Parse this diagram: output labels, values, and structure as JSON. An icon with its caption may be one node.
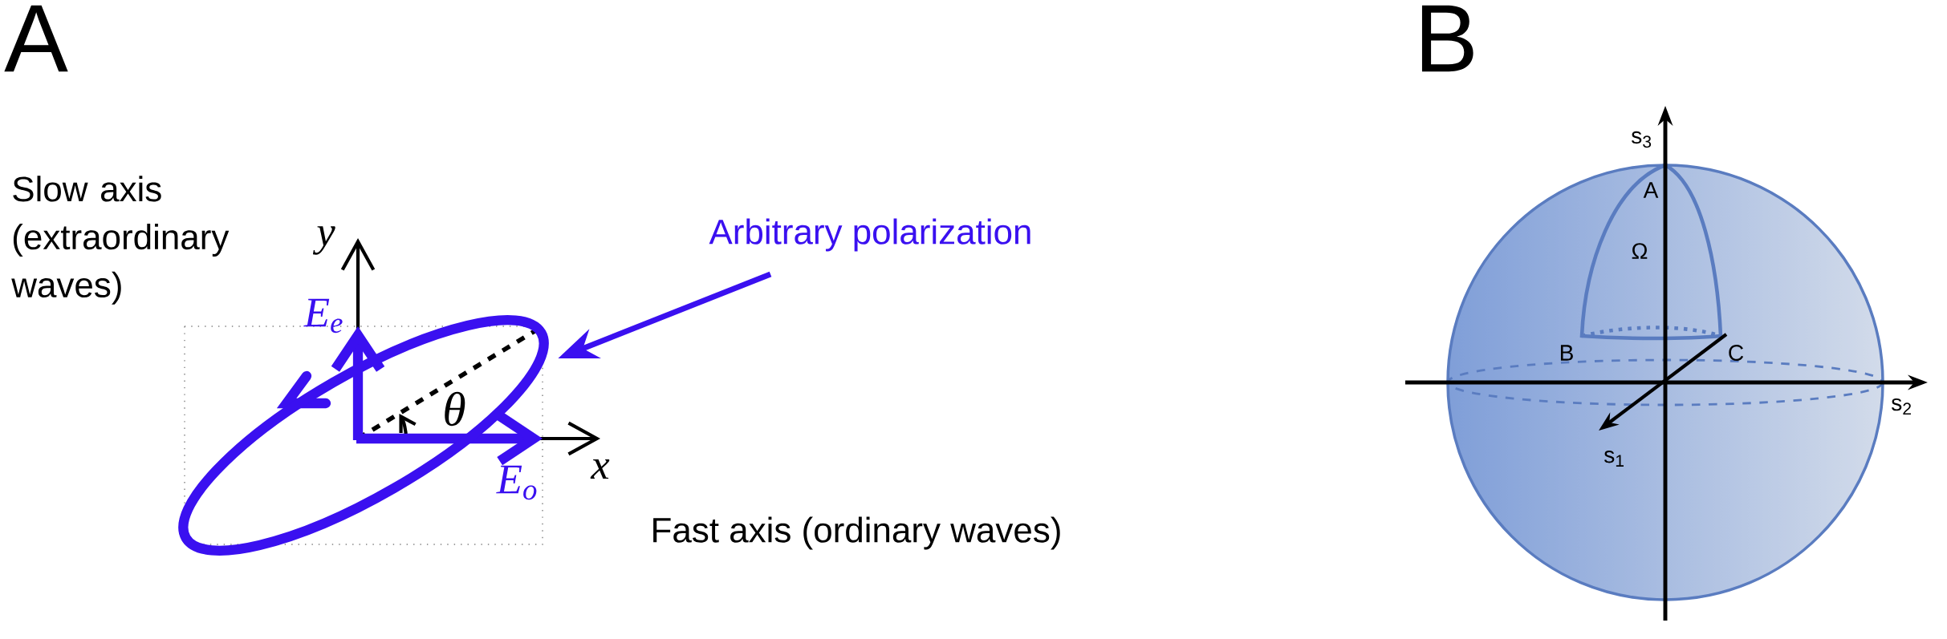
{
  "diagram": {
    "nodes": [
      {
        "text": [
          "Arbitrary polarization"
        ]
      },
      {
        "text": [],
        "shape": "ellipse"
      }
    ],
    "edges": [
      {
        "from": 0,
        "to": 1,
        "arrow": "to"
      }
    ],
    "labels": [
      "A",
      "Slow axis (extraordinary waves)",
      "y",
      "E$_{e}$",
      "θ",
      "x",
      "E$_{o}$",
      "Fast axis (ordinary waves)",
      "B",
      "s$_{3}$",
      "A",
      "Ω",
      "B",
      "C",
      "s$_{2}$",
      "s$_{1}$"
    ]
  }
}
